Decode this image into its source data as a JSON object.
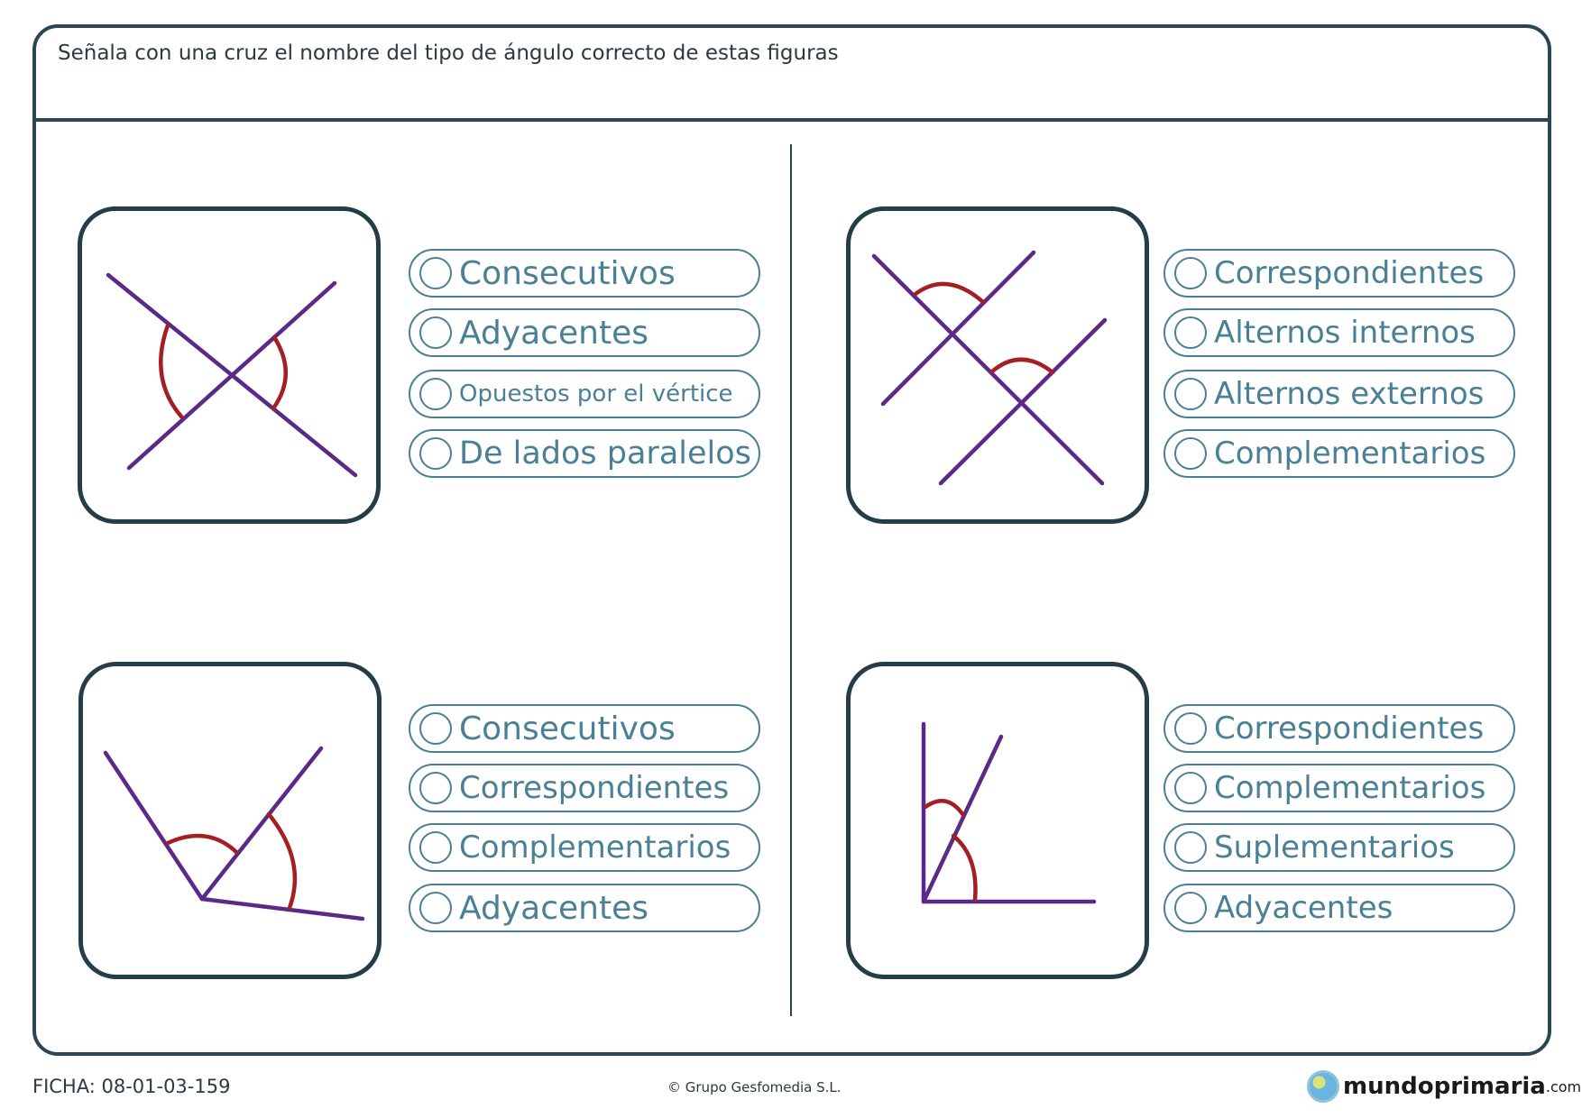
{
  "header": {
    "title": "Señala con una cruz el nombre del tipo de ángulo correcto de estas figuras"
  },
  "exercises": [
    {
      "options": [
        "Consecutivos",
        "Adyacentes",
        "Opuestos por el vértice",
        "De lados paralelos"
      ]
    },
    {
      "options": [
        "Correspondientes",
        "Alternos internos",
        "Alternos externos",
        "Complementarios"
      ]
    },
    {
      "options": [
        "Consecutivos",
        "Correspondientes",
        "Complementarios",
        "Adyacentes"
      ]
    },
    {
      "options": [
        "Correspondientes",
        "Complementarios",
        "Suplementarios",
        "Adyacentes"
      ]
    }
  ],
  "footer": {
    "code": "FICHA: 08-01-03-159",
    "copyright": "© Grupo Gesfomedia S.L.",
    "logo_name": "mundoprimaria",
    "logo_domain": ".com"
  },
  "colors": {
    "border": "#2b4652",
    "option": "#4a8096",
    "line": "#5b2a86",
    "arc": "#a31f24"
  }
}
